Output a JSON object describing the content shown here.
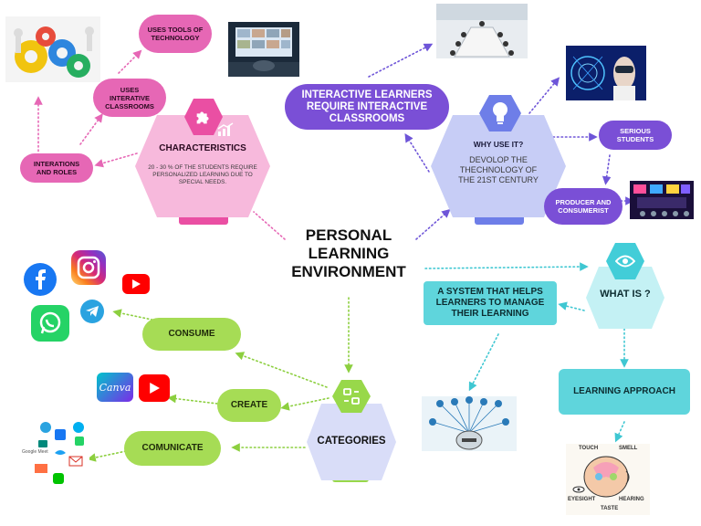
{
  "central": {
    "title": "PERSONAL LEARNING ENVIRONMENT"
  },
  "characteristics": {
    "title": "CHARACTERISTICS",
    "desc": "20 - 30 % OF THE STUDENTS REQUIRE PERSONALIZED LEARNING DUE TO SPECIAL NEEDS.",
    "icon": "puzzle-icon",
    "items": [
      "USES TOOLS OF TECHNOLOGY",
      "USES INTERATIVE CLASSROOMS",
      "INTERATIONS AND ROLES"
    ]
  },
  "why": {
    "title": "WHY USE IT?",
    "desc": "DEVOLOP THE THECHNOLOGY OF THE 21ST CENTURY",
    "icon": "lightbulb-icon",
    "items": [
      "INTERACTIVE LEARNERS REQUIRE INTERACTIVE CLASSROOMS",
      "SERIOUS STUDENTS",
      "PRODUCER AND CONSUMERIST"
    ]
  },
  "what": {
    "title": "WHAT IS ?",
    "icon": "eye-icon",
    "items": [
      "A SYSTEM THAT HELPS LEARNERS TO MANAGE THEIR LEARNING",
      "LEARNING APPROACH"
    ]
  },
  "categories": {
    "title": "CATEGORIES",
    "icon": "categories-icon",
    "items": [
      "CONSUME",
      "CREATE",
      "COMUNICATE"
    ]
  },
  "images": {
    "gears": "gears-image",
    "meeting": "video-meeting-image",
    "conference": "conference-room-image",
    "vr": "virtual-reality-image",
    "stage": "performance-stage-image",
    "network": "digital-brain-network-image",
    "senses": "senses-brain-image",
    "sense_labels": [
      "TOUCH",
      "SMELL",
      "EYESIGHT",
      "HEARING",
      "TASTE"
    ],
    "canva": "Canva",
    "google_meet": "Google Meet"
  },
  "colors": {
    "pink": "#e667b5",
    "purple": "#7a4fd6",
    "green": "#a6dc55",
    "teal": "#5fd5dc",
    "char_hex": "#f7b9dc",
    "char_accent": "#ea4fa3",
    "why_hex": "#c7cdf6",
    "why_accent": "#6e7ee8",
    "what_hex": "#c4f1f4",
    "what_accent": "#42cdd8",
    "cat_hex": "#d9ddf8",
    "cat_accent": "#98d84a"
  }
}
